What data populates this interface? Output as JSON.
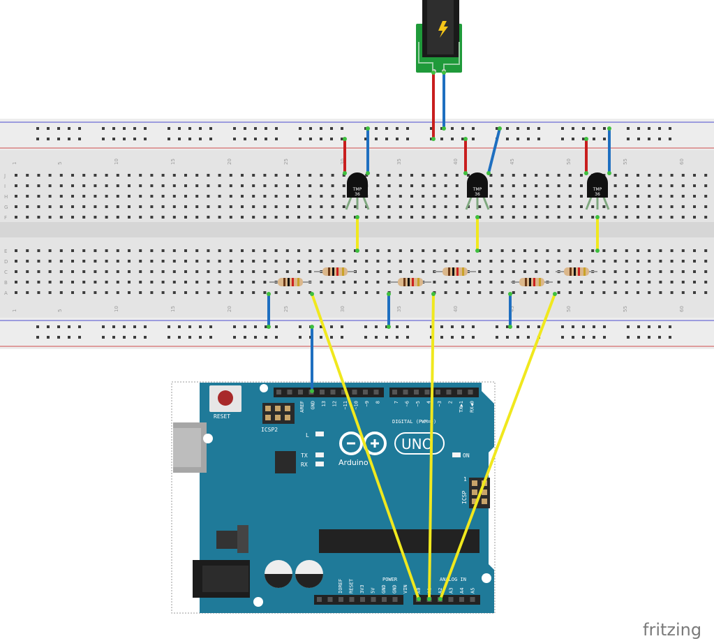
{
  "branding": {
    "watermark": "fritzing"
  },
  "breadboard": {
    "column_numbers": [
      "1",
      "5",
      "10",
      "15",
      "20",
      "25",
      "30",
      "35",
      "40",
      "45",
      "50",
      "55",
      "60"
    ],
    "top_row_letters": [
      "J",
      "I",
      "H",
      "G",
      "F"
    ],
    "bottom_row_letters": [
      "E",
      "D",
      "C",
      "B",
      "A"
    ]
  },
  "sensors": [
    {
      "label_line1": "TMP",
      "label_line2": "36"
    },
    {
      "label_line1": "TMP",
      "label_line2": "36"
    },
    {
      "label_line1": "TMP",
      "label_line2": "36"
    }
  ],
  "arduino": {
    "reset_label": "RESET",
    "icsp2_label": "ICSP2",
    "icsp_label": "ICSP",
    "icsp_pin1": "1",
    "digital_label": "DIGITAL (PWM=~)",
    "led_l": "L",
    "led_tx": "TX",
    "led_rx": "RX",
    "on_label": "ON",
    "uno_label": "UNO",
    "arduino_label": "Arduino",
    "power_label": "POWER",
    "analog_label": "ANALOG IN",
    "top_header_left": [
      "AREF",
      "GND",
      "13",
      "12",
      "~11",
      "~10",
      "~9",
      "8"
    ],
    "top_header_right": [
      "7",
      "~6",
      "~5",
      "4",
      "~3",
      "2",
      "TX▶1",
      "RX◀0"
    ],
    "power_pins": [
      "IOREF",
      "RESET",
      "3V3",
      "5V",
      "GND",
      "GND",
      "VIN"
    ],
    "analog_pins": [
      "A0",
      "A1",
      "A2",
      "A3",
      "A4",
      "A5"
    ]
  },
  "colors": {
    "wire_red": "#c81e1e",
    "wire_blue": "#1e6fc0",
    "wire_yellow": "#f0e81e",
    "arduino_board": "#1f7a99",
    "jack_pcb": "#1f9a3a"
  }
}
